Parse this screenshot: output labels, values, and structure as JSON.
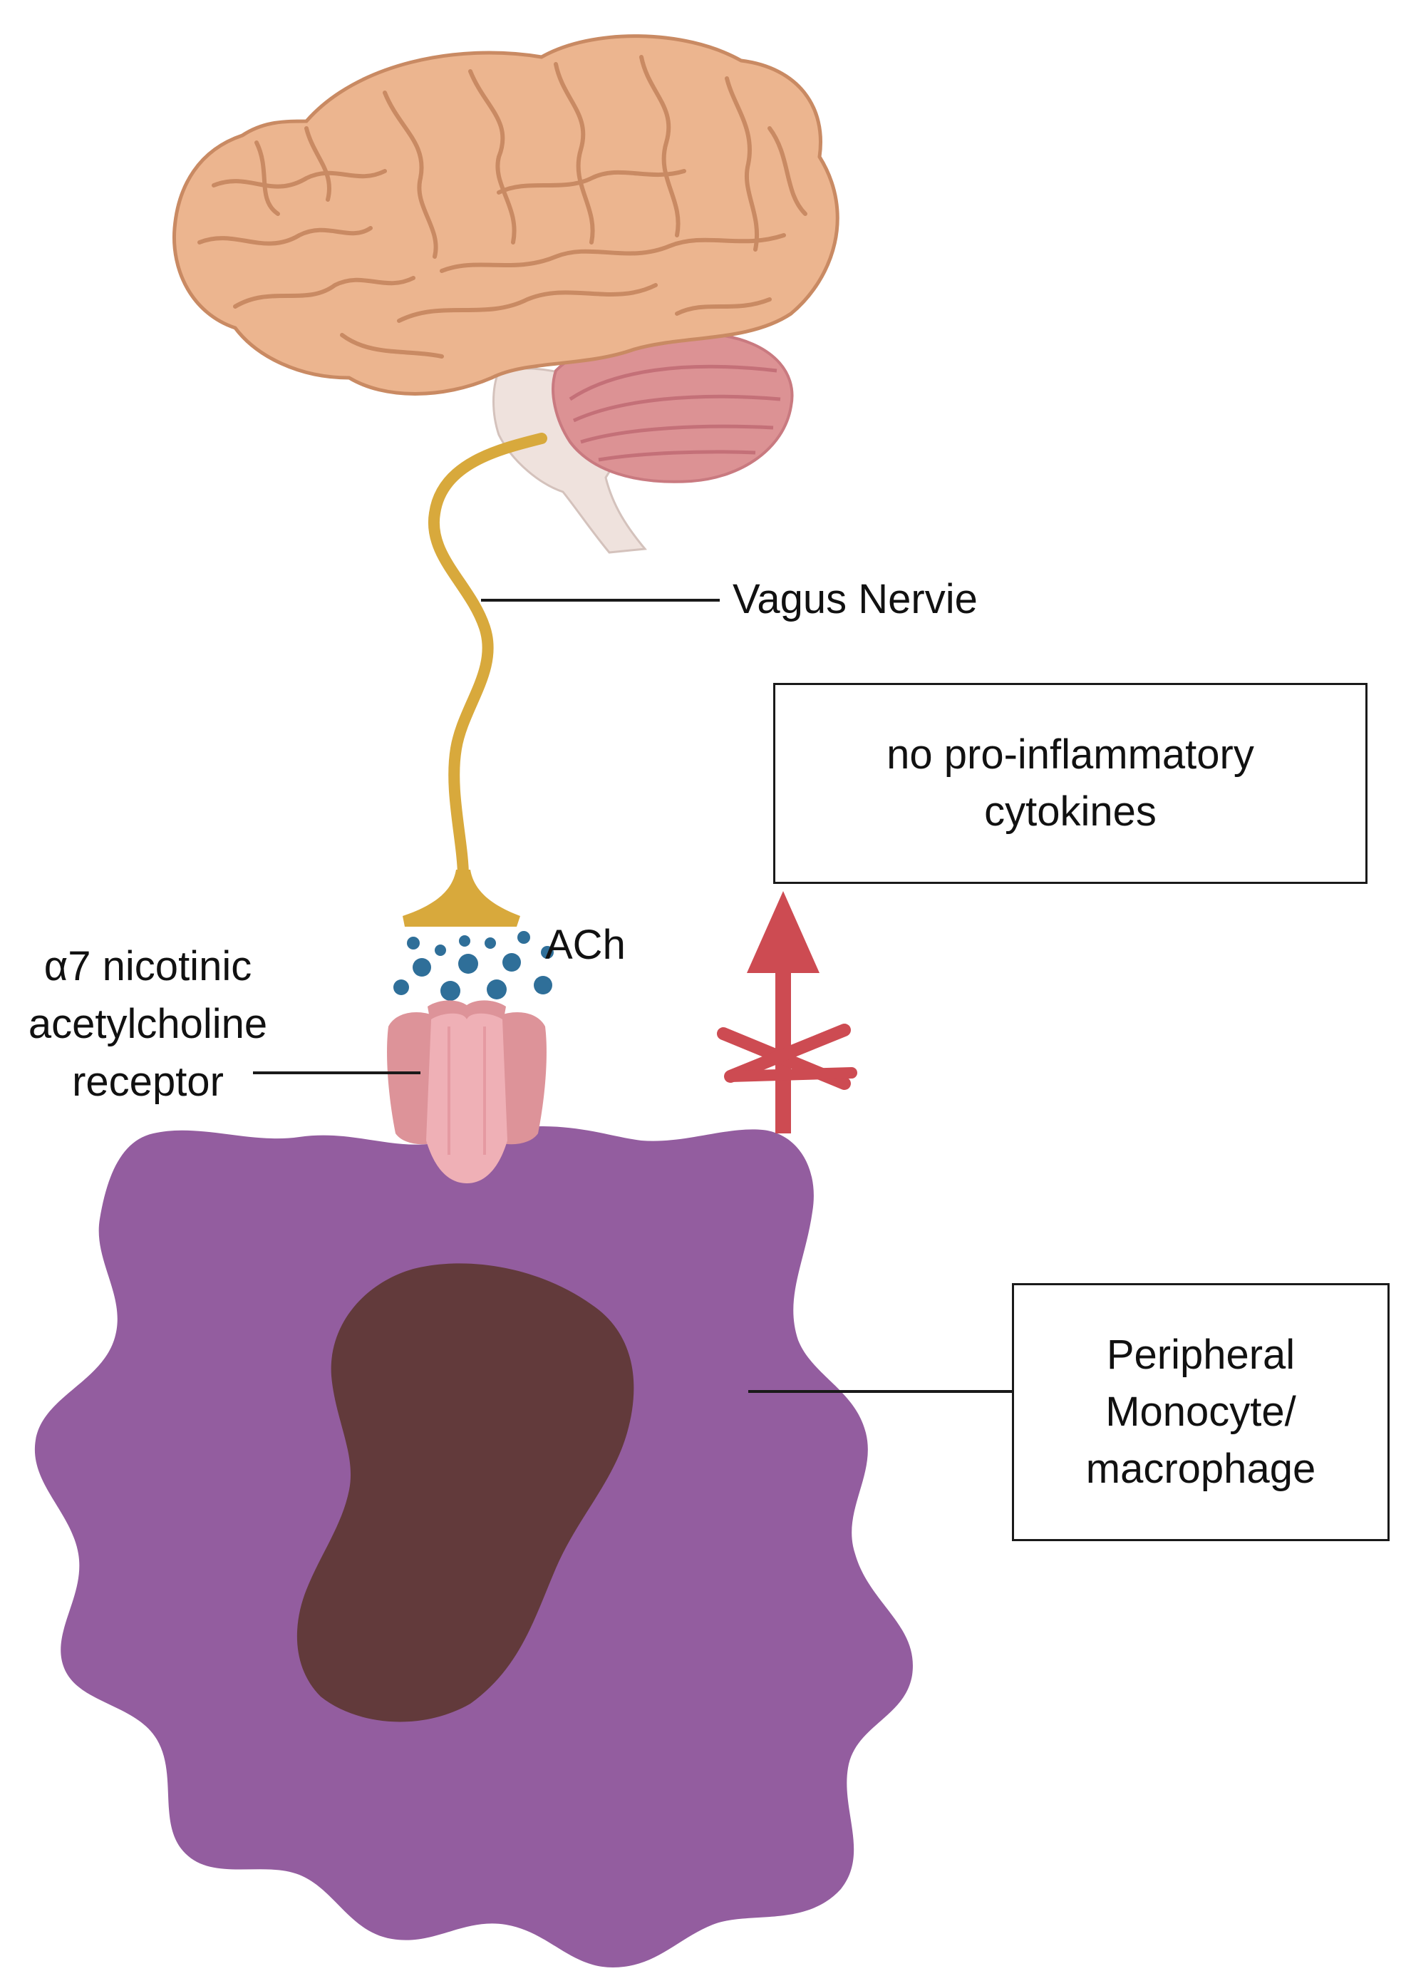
{
  "labels": {
    "vagus_nerve": "Vagus Nervie",
    "ach": "ACh",
    "receptor": [
      "α7 nicotinic",
      "acetylcholine",
      "receptor"
    ],
    "cytokines": [
      "no pro-inflammatory",
      "cytokines"
    ],
    "cell": [
      "Peripheral",
      "Monocyte/",
      "macrophage"
    ]
  },
  "colors": {
    "brain": "#ecb58f",
    "brain_outline": "#c98a63",
    "cerebellum": "#dc9294",
    "brainstem": "#efe2dd",
    "nerve": "#d8a93c",
    "ach_dots": "#2f6f99",
    "receptor_outer": "#dd9399",
    "receptor_inner": "#efb0b6",
    "cell": "#935d9f",
    "nucleus": "#623a3b",
    "inhibited_arrow": "#cd4b52",
    "leader_lines": "#1a1a1a"
  }
}
